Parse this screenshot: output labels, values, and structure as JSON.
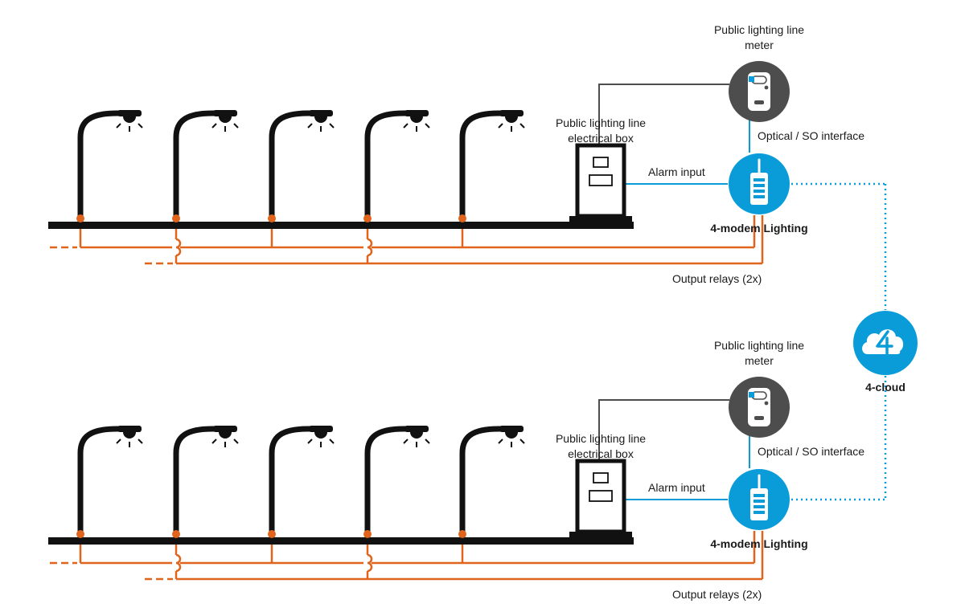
{
  "colors": {
    "accent_blue": "#0a9cd8",
    "relay_orange": "#e0641b",
    "meter_grey": "#4d4d4d",
    "pole_black": "#111111"
  },
  "cloud": {
    "icon": "cloud-4-icon",
    "label": "4-cloud"
  },
  "systems": [
    {
      "meter_label_line1": "Public lighting line",
      "meter_label_line2": "meter",
      "box_label_line1": "Public lighting line",
      "box_label_line2": "electrical box",
      "optical_label": "Optical / SO interface",
      "alarm_label": "Alarm input",
      "modem_label": "4-modem Lighting",
      "relays_label": "Output relays (2x)",
      "lamp_count": 5
    },
    {
      "meter_label_line1": "Public lighting line",
      "meter_label_line2": "meter",
      "box_label_line1": "Public lighting line",
      "box_label_line2": "electrical box",
      "optical_label": "Optical / SO interface",
      "alarm_label": "Alarm input",
      "modem_label": "4-modem Lighting",
      "relays_label": "Output relays (2x)",
      "lamp_count": 5
    }
  ]
}
